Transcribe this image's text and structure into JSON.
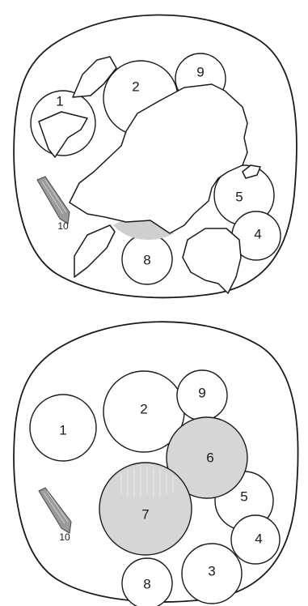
{
  "top": {
    "labels": [
      "1",
      "2",
      "9",
      "5",
      "4",
      "8",
      "10"
    ]
  },
  "bottom": {
    "labels": [
      "1",
      "2",
      "9",
      "6",
      "7",
      "5",
      "4",
      "3",
      "8",
      "10"
    ]
  },
  "colors": {
    "outline": "#1a1a1a",
    "shaded": "#d6d6d6",
    "hatched_marker": "#9a9a9a"
  }
}
